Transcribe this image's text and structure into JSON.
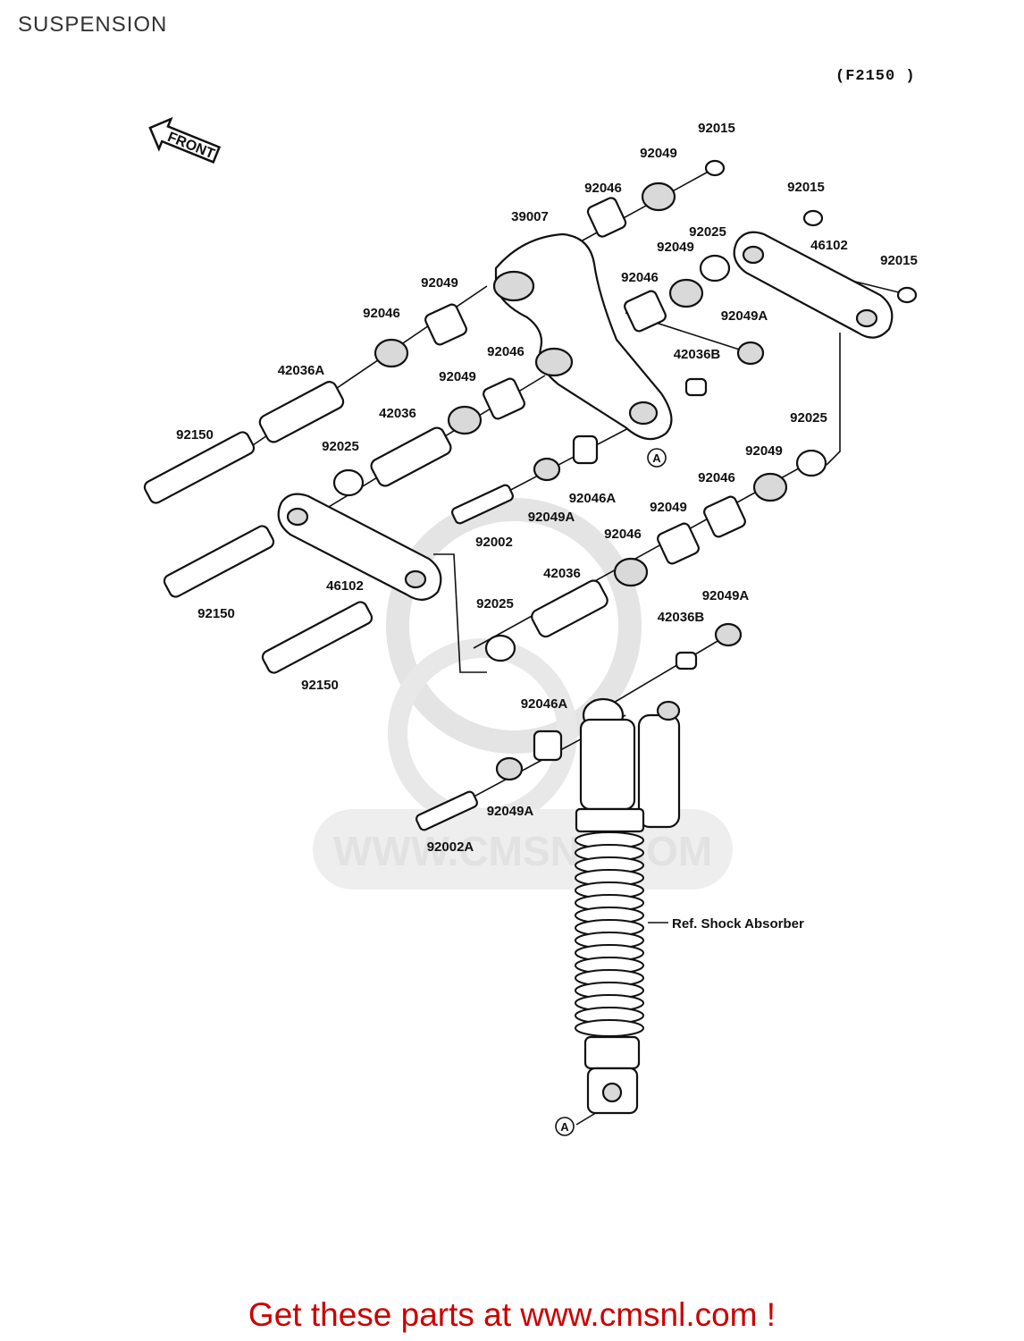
{
  "header": {
    "title": "SUSPENSION",
    "diagram_code": "(F2150 )"
  },
  "diagram": {
    "front_label": "FRONT",
    "watermark_text": "WWW.CMSNL.COM",
    "reference_label": "Ref. Shock Absorber",
    "marker_label": "A",
    "parts": [
      "92015",
      "92049",
      "92046",
      "39007",
      "92015",
      "92025",
      "92049",
      "46102",
      "92015",
      "92046",
      "92049",
      "92046",
      "92049A",
      "42036B",
      "92049",
      "92046",
      "42036A",
      "92150",
      "42036",
      "92025",
      "92025",
      "92049",
      "92046A",
      "92049A",
      "92002",
      "92046",
      "92049",
      "92046",
      "92150",
      "46102",
      "42036",
      "92025",
      "92049A",
      "42036B",
      "92150",
      "92046A",
      "92049A",
      "92002A"
    ]
  },
  "footer": {
    "cta": "Get these parts at www.cmsnl.com !"
  },
  "colors": {
    "cta": "#cc0000",
    "line_art": "#111111",
    "watermark": "#e2e2e2"
  }
}
